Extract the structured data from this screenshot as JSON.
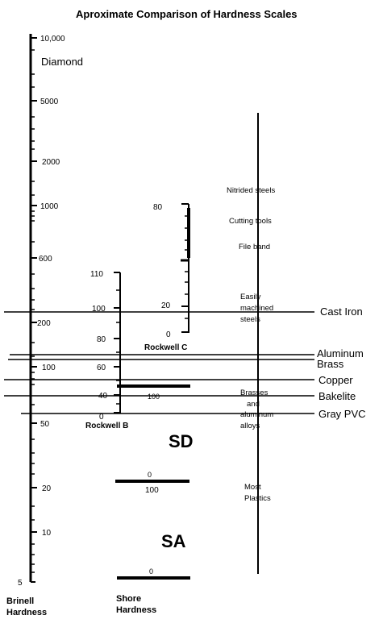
{
  "title": "Aproximate Comparison of Hardness Scales",
  "colors": {
    "line": "#000000",
    "background": "#ffffff"
  },
  "brinell": {
    "label_line1": "Brinell",
    "label_line2": "Hardness",
    "ticks": [
      "10,000",
      "5000",
      "2000",
      "1000",
      "600",
      "200",
      "100",
      "50",
      "20",
      "10",
      "5"
    ],
    "annotation": "Diamond"
  },
  "rockwell_b": {
    "label": "Rockwell B",
    "ticks": [
      "110",
      "100",
      "80",
      "60",
      "40",
      "0"
    ]
  },
  "rockwell_c": {
    "label": "Rockwell C",
    "ticks": [
      "80",
      "20",
      "0"
    ]
  },
  "shore": {
    "label_line1": "Shore",
    "label_line2": "Hardness",
    "sd_label": "SD",
    "sa_label": "SA",
    "sd_top_100": "100",
    "sd_zero": "0",
    "sd_bottom_100": "100",
    "sa_zero": "0"
  },
  "materials": [
    "Cast Iron",
    "Aluminum",
    "Brass",
    "Copper",
    "Bakelite",
    "Gray PVC"
  ],
  "applications": {
    "nitrided": "Nitrided steels",
    "cutting": "Cutting tools",
    "file": "File band",
    "easily": [
      "Easily",
      "machined",
      "steels"
    ],
    "brasses": [
      "Brasses",
      "and",
      "aluminum",
      "alloys"
    ],
    "plastics": [
      "Most",
      "Plastics"
    ]
  }
}
